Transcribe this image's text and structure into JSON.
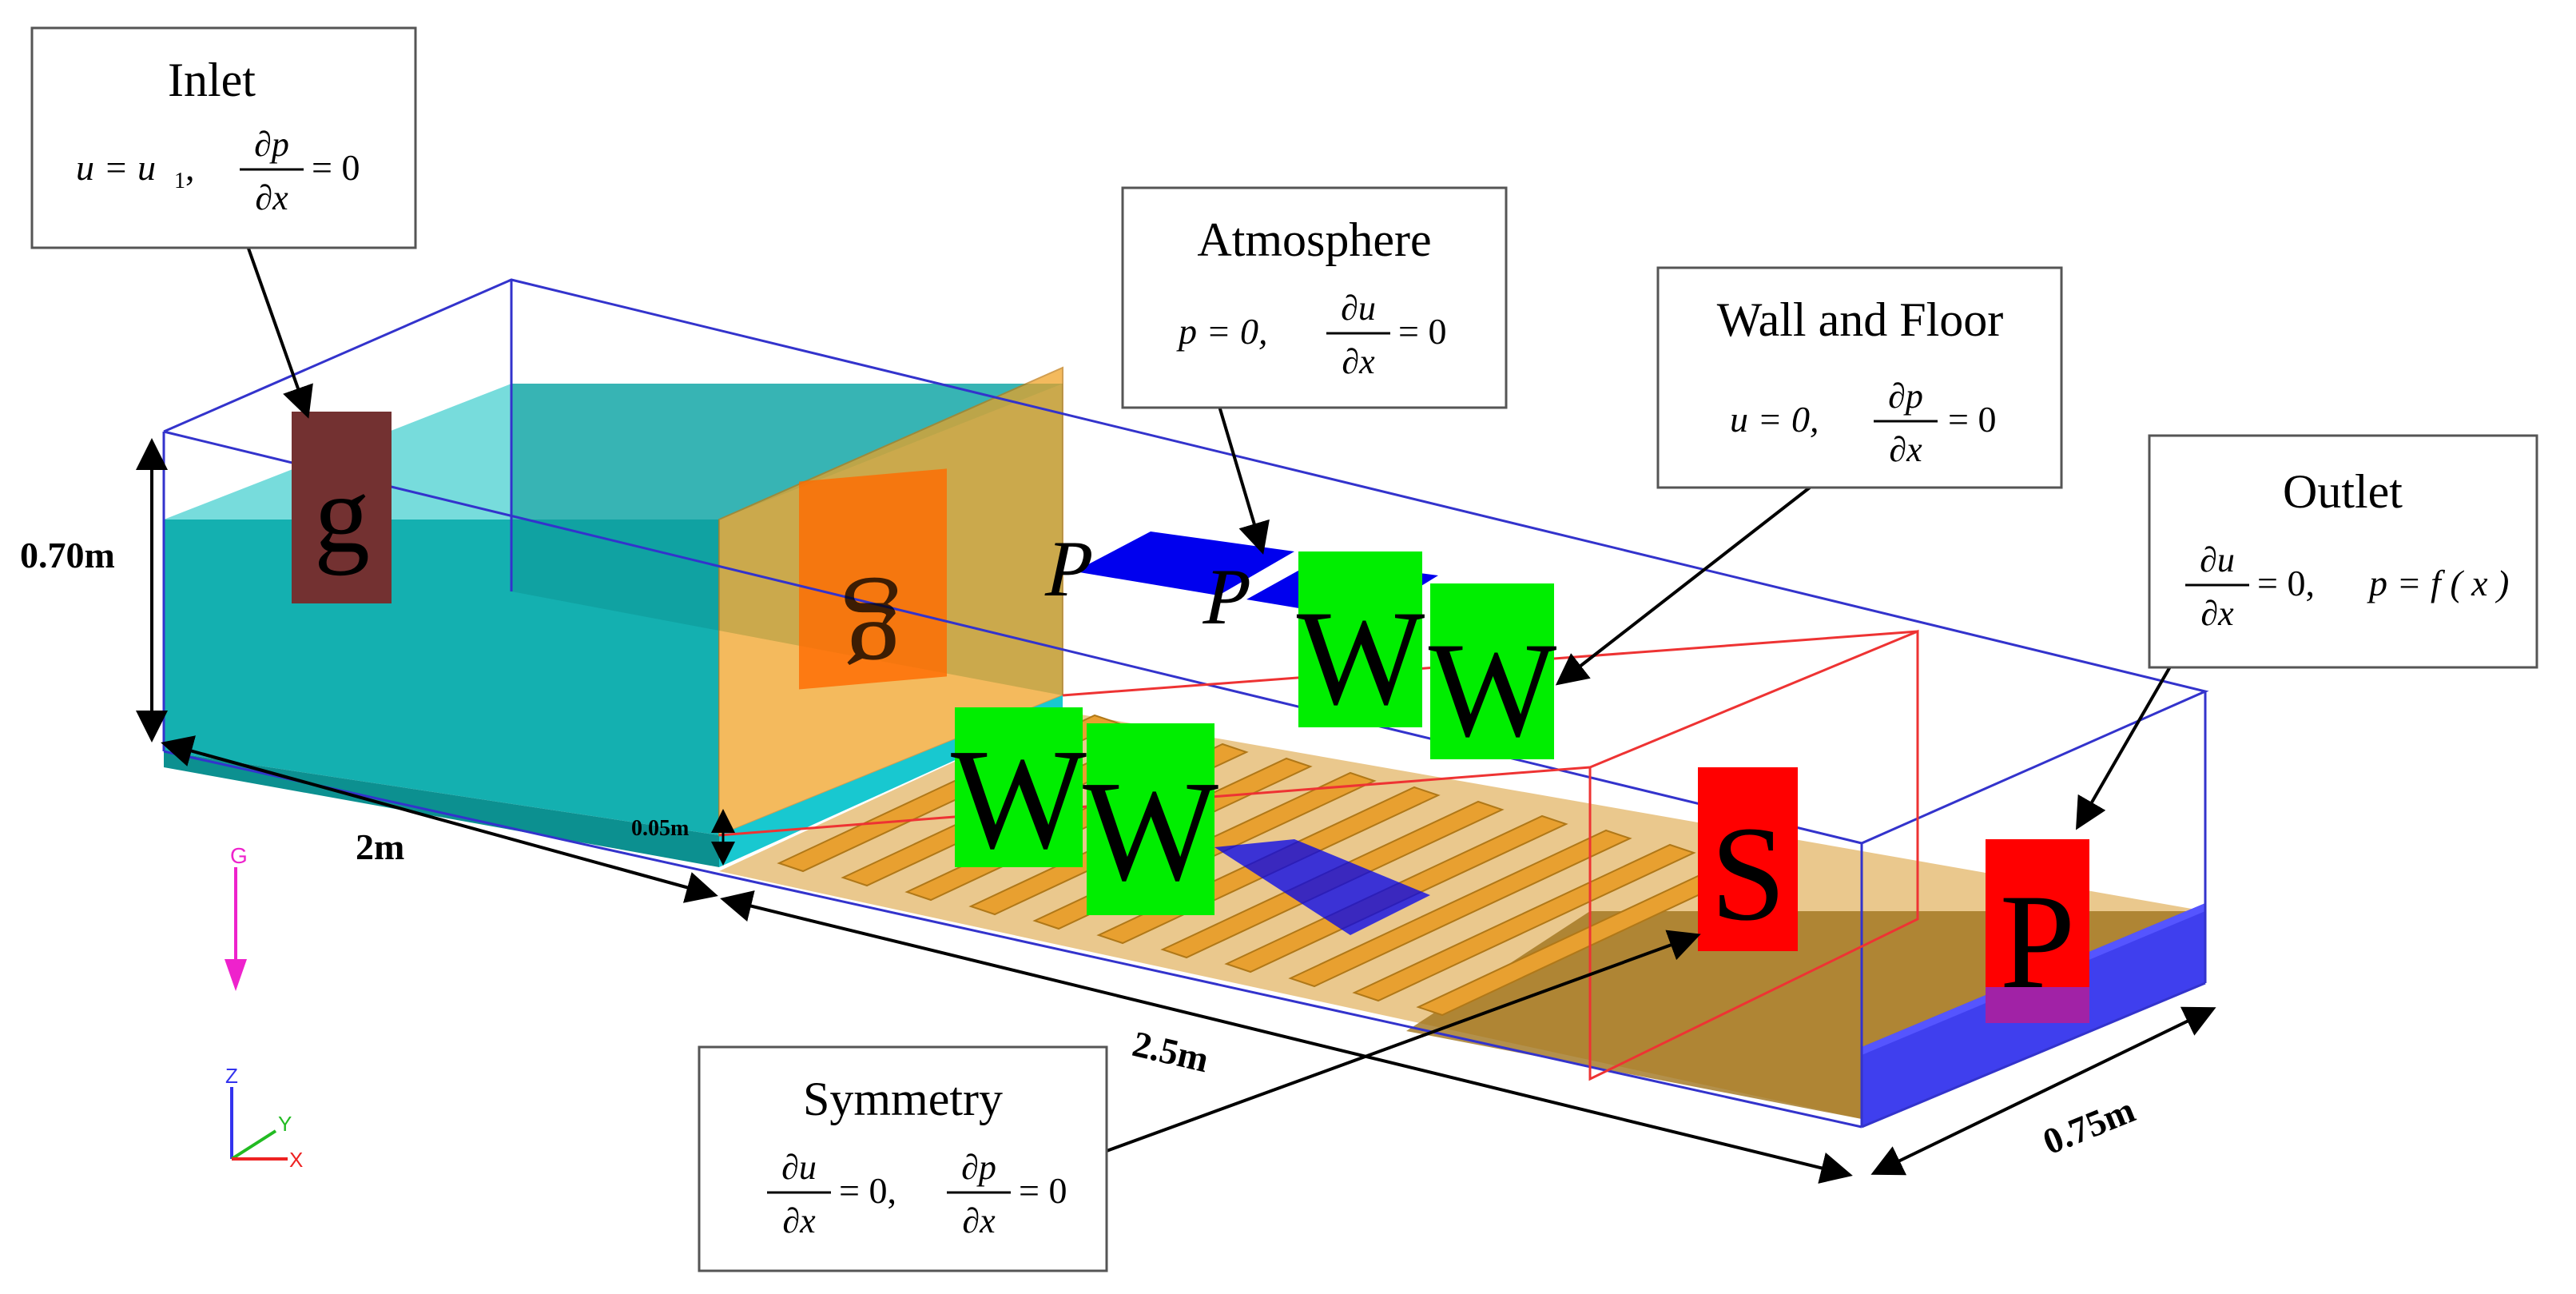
{
  "labels": {
    "inlet": {
      "title": "Inlet",
      "eq_lhs1": "u = u",
      "eq_sub1": "1",
      "eq_sep": ",",
      "eq_num": "∂p",
      "eq_den": "∂x",
      "eq_rhs": "= 0"
    },
    "atmosphere": {
      "title": "Atmosphere",
      "eq_lhs": "p = 0,",
      "eq_num": "∂u",
      "eq_den": "∂x",
      "eq_rhs": "= 0"
    },
    "wall_floor": {
      "title": "Wall  and Floor",
      "eq_lhs": "u = 0,",
      "eq_num": "∂p",
      "eq_den": "∂x",
      "eq_rhs": "= 0"
    },
    "outlet": {
      "title": "Outlet",
      "eq_num": "∂u",
      "eq_den": "∂x",
      "eq_mid": "= 0,",
      "eq_rhs": "p = f ( x )"
    },
    "symmetry": {
      "title": "Symmetry",
      "eq_num1": "∂u",
      "eq_den1": "∂x",
      "eq_mid": "= 0,",
      "eq_num2": "∂p",
      "eq_den2": "∂x",
      "eq_rhs": "= 0"
    }
  },
  "dimensions": {
    "height": "0.70m",
    "length1": "2m",
    "gap": "0.05m",
    "length2": "2.5m",
    "width": "0.75m"
  },
  "patch_letters": {
    "inlet": "g",
    "gate": "g",
    "atm1": "P",
    "atm2": "P",
    "wall1": "W",
    "wall2": "W",
    "wall3": "W",
    "wall4": "W",
    "sym": "S",
    "outlet": "P"
  },
  "axes": {
    "gravity": "G",
    "z": "Z",
    "y": "Y",
    "x": "X"
  },
  "colors": {
    "domain_edge": "#3333cc",
    "water": "#1ab8b8",
    "gate": "#f0a020",
    "floor": "#c8922a",
    "patch_green": "#00ee00",
    "patch_red": "#ff0000",
    "patch_blue": "#0000ee"
  }
}
